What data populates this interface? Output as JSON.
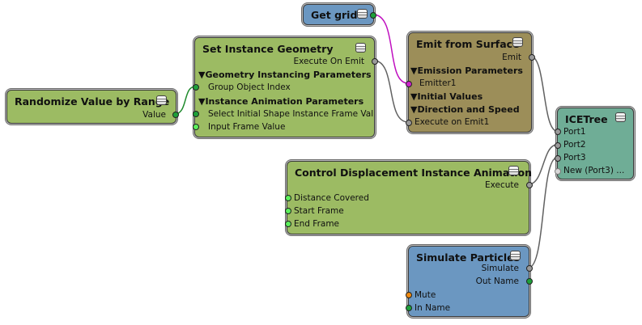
{
  "colors": {
    "green_node": "#9cbb63",
    "brown_node": "#9c8e59",
    "blue_node": "#6b97c1",
    "teal_node": "#6fad96",
    "wire_grey": "#616161",
    "wire_green": "#1e8a2c",
    "wire_magenta": "#c010c0"
  },
  "nodes": {
    "get_grid": {
      "title": "Get grid"
    },
    "randomize": {
      "title": "Randomize Value by Range",
      "value": "Value"
    },
    "set_instance": {
      "title": "Set Instance Geometry",
      "execute_on_emit": "Execute On Emit",
      "geometry_section": "▼Geometry Instancing Parameters",
      "group_object_index": "Group Object Index",
      "animation_section": "▼Instance Animation Parameters",
      "select_initial_shape": "Select Initial Shape Instance Frame Val",
      "input_frame_value": "Input Frame Value"
    },
    "emit": {
      "title": "Emit from Surface",
      "emit": "Emit",
      "emission_section": "▼Emission Parameters",
      "emitter1": "Emitter1",
      "initial_values": "▼Initial Values",
      "direction_speed": "▼Direction and Speed",
      "execute_on_emit1": "Execute on Emit1"
    },
    "ice_tree": {
      "title": "ICETree",
      "port1": "Port1",
      "port2": "Port2",
      "port3": "Port3",
      "new_port": "New (Port3) ..."
    },
    "control_displacement": {
      "title": "Control Displacement Instance Animation",
      "execute": "Execute",
      "distance_covered": "Distance Covered",
      "start_frame": "Start Frame",
      "end_frame": "End Frame"
    },
    "simulate": {
      "title": "Simulate Particles",
      "simulate": "Simulate",
      "out_name": "Out Name",
      "mute": "Mute",
      "in_name": "In Name"
    }
  }
}
